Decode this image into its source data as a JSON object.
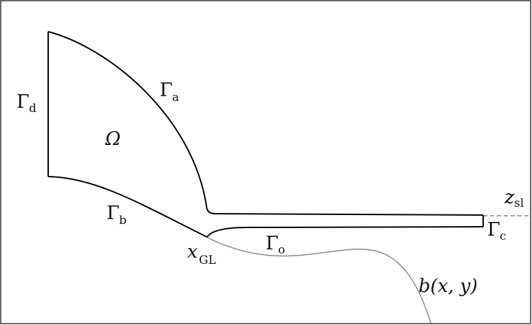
{
  "diagram": {
    "labels": {
      "gamma_d": {
        "main": "Γ",
        "sub": "d"
      },
      "gamma_a": {
        "main": "Γ",
        "sub": "a"
      },
      "omega": {
        "main": "Ω"
      },
      "gamma_b": {
        "main": "Γ",
        "sub": "b"
      },
      "gamma_o": {
        "main": "Γ",
        "sub": "o"
      },
      "gamma_c": {
        "main": "Γ",
        "sub": "c"
      },
      "x_gl": {
        "main": "x",
        "sub": "GL"
      },
      "z_sl": {
        "main": "z",
        "sub": "sl"
      },
      "bed": {
        "text": "b(x, y)"
      }
    },
    "colors": {
      "boundary": "#000000",
      "bed": "#808080",
      "sea_level": "#808080",
      "frame": "#000000"
    }
  }
}
